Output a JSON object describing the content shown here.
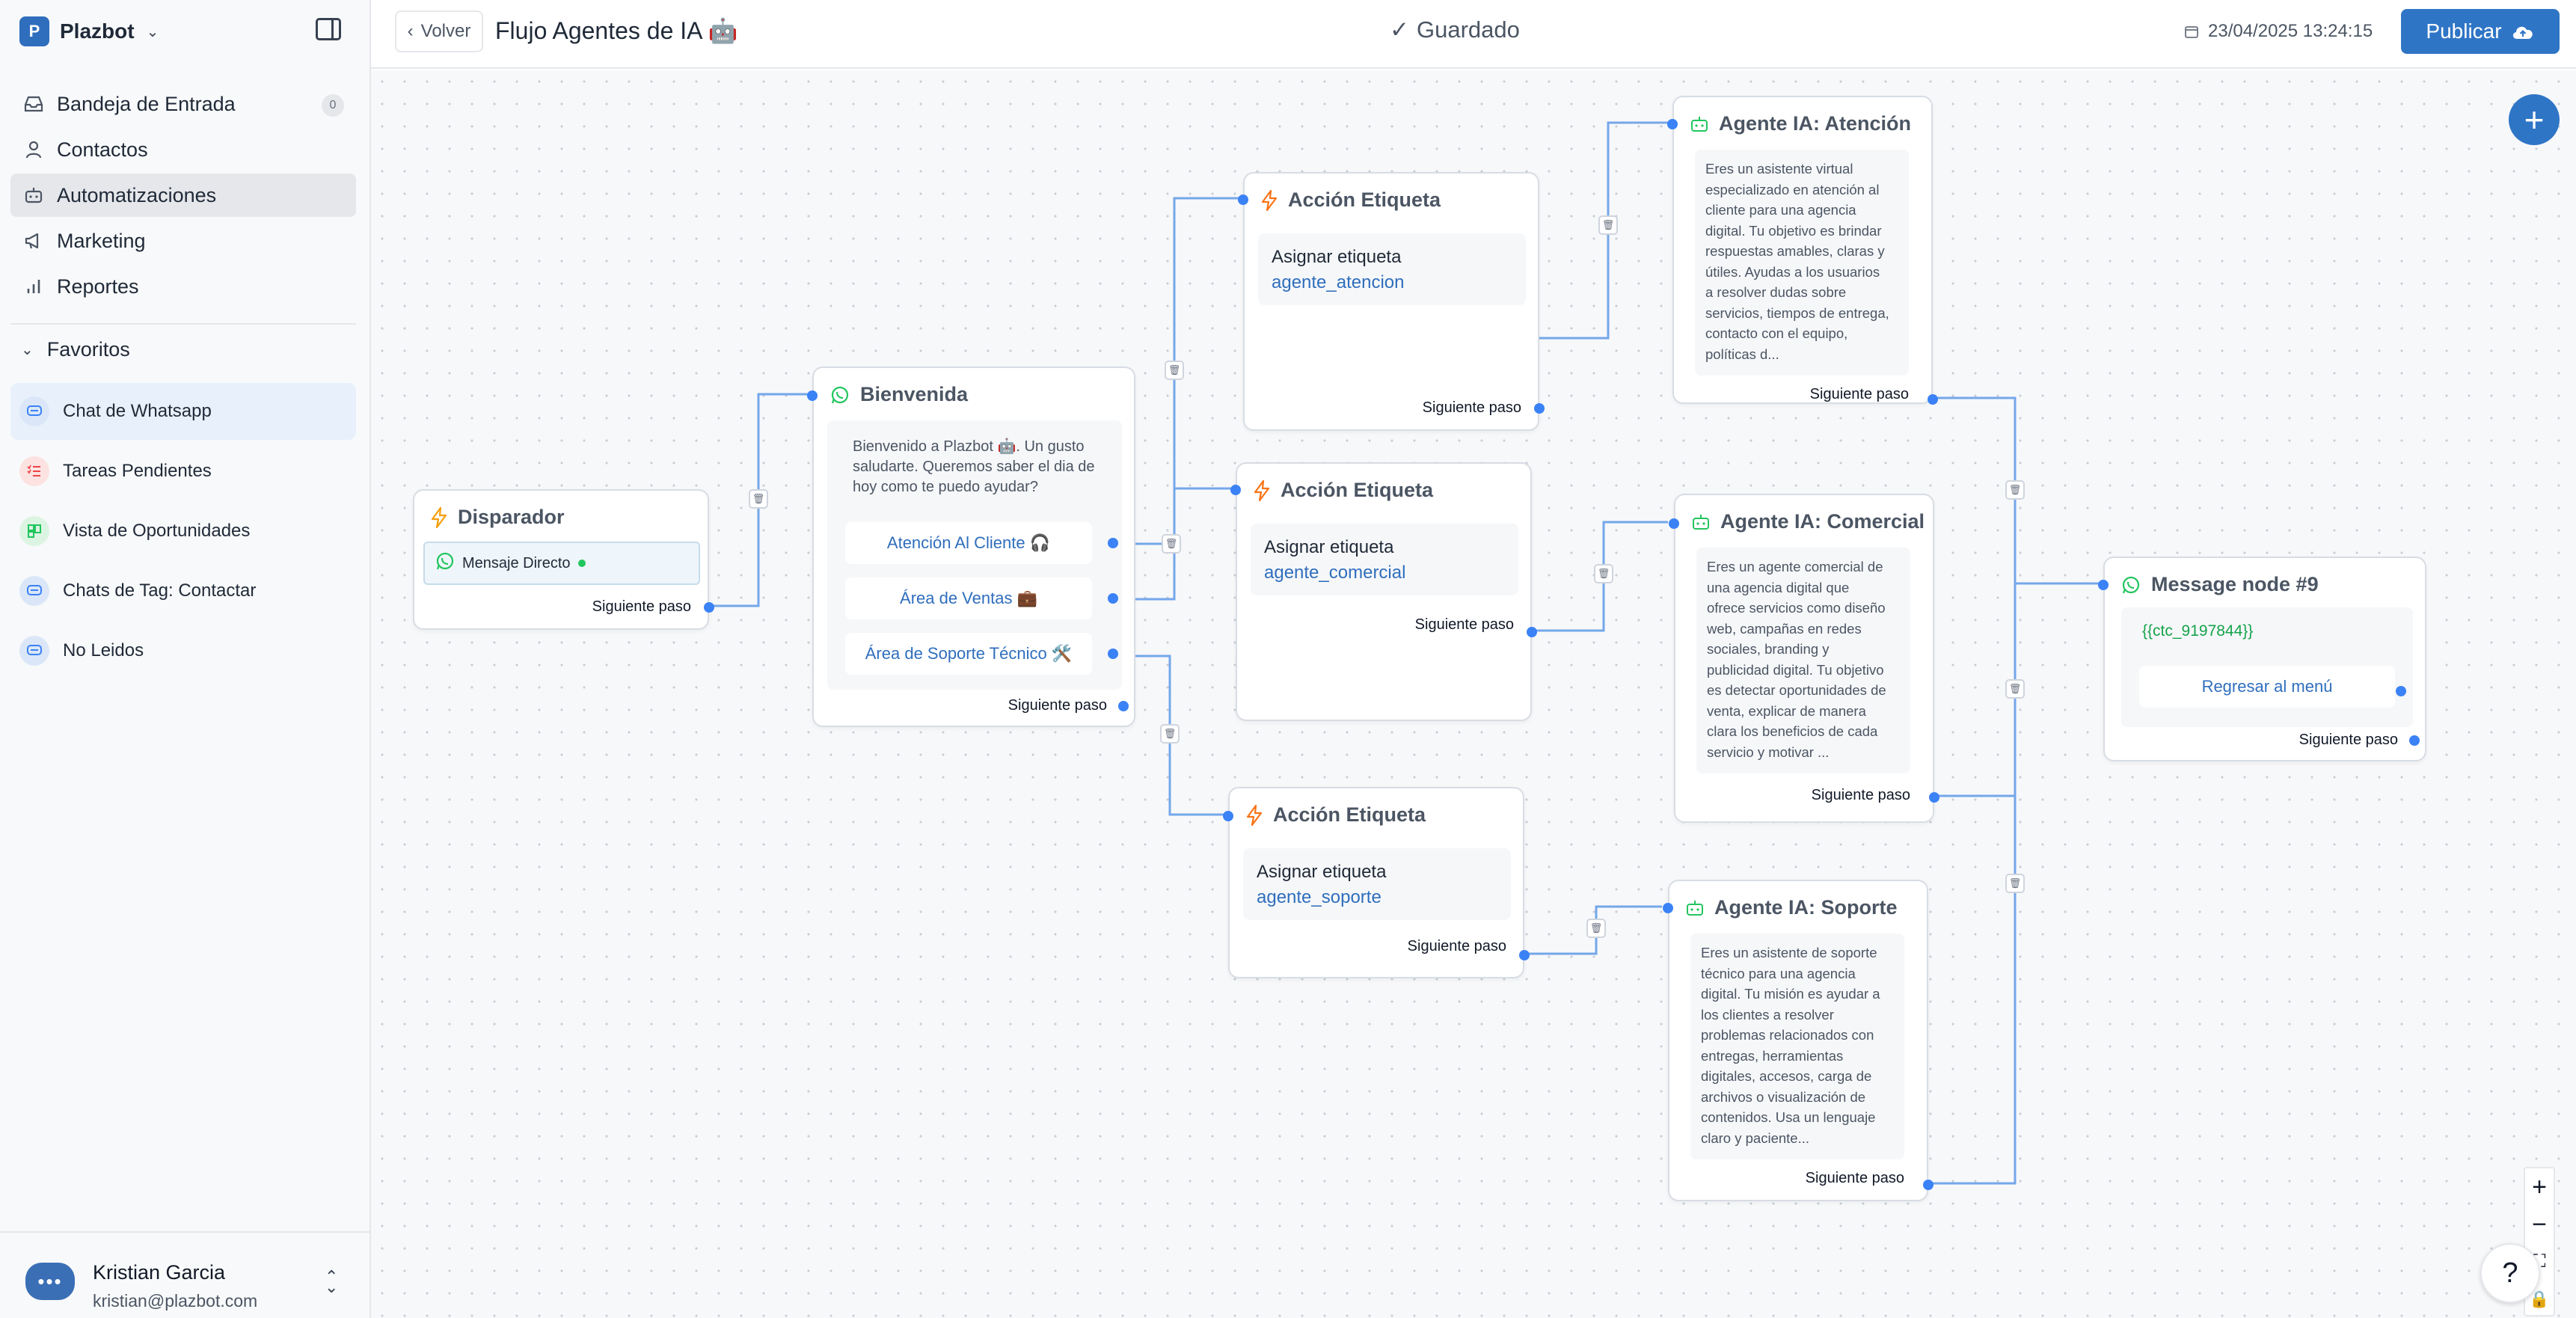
{
  "app": {
    "brand": "Plazbot",
    "brand_initial": "P"
  },
  "sidebar": {
    "nav": [
      {
        "label": "Bandeja de Entrada",
        "icon": "inbox-icon",
        "badge": "0"
      },
      {
        "label": "Contactos",
        "icon": "user-icon"
      },
      {
        "label": "Automatizaciones",
        "icon": "bot-icon",
        "active": true
      },
      {
        "label": "Marketing",
        "icon": "megaphone-icon"
      },
      {
        "label": "Reportes",
        "icon": "bar-chart-icon"
      }
    ],
    "favorites_label": "Favoritos",
    "favorites": [
      {
        "label": "Chat de Whatsapp",
        "icon": "chat-icon",
        "color": "#3b82f6"
      },
      {
        "label": "Tareas Pendientes",
        "icon": "tasks-icon",
        "color": "#ef4444"
      },
      {
        "label": "Vista de Oportunidades",
        "icon": "kanban-icon",
        "color": "#22c55e"
      },
      {
        "label": "Chats de Tag: Contactar",
        "icon": "chat-icon",
        "color": "#3b82f6"
      },
      {
        "label": "No Leidos",
        "icon": "chat-icon",
        "color": "#3b82f6"
      }
    ],
    "user": {
      "name": "Kristian Garcia",
      "email": "kristian@plazbot.com"
    }
  },
  "header": {
    "back_label": "Volver",
    "title": "Flujo Agentes de IA 🤖",
    "status": "Guardado",
    "datetime": "23/04/2025 13:24:15",
    "publish_label": "Publicar"
  },
  "flow": {
    "next_step": "Siguiente paso",
    "trigger": {
      "title": "Disparador",
      "chip": "Mensaje Directo"
    },
    "welcome": {
      "title": "Bienvenida",
      "text_lines": [
        "Bienvenido a Plazbot 🤖. Un gusto",
        "saludarte. Queremos saber el dia de",
        "hoy como te puedo ayudar?"
      ],
      "options": [
        "Atención Al Cliente 🎧",
        "Área de Ventas 💼",
        "Área de Soporte Técnico 🛠️"
      ]
    },
    "actions": [
      {
        "title": "Acción Etiqueta",
        "label": "Asignar etiqueta",
        "value": "agente_atencion"
      },
      {
        "title": "Acción Etiqueta",
        "label": "Asignar etiqueta",
        "value": "agente_comercial"
      },
      {
        "title": "Acción Etiqueta",
        "label": "Asignar etiqueta",
        "value": "agente_soporte"
      }
    ],
    "agents": [
      {
        "title": "Agente IA: Atención",
        "lines": [
          "Eres un asistente virtual",
          "especializado en atención al",
          "cliente para una agencia",
          "digital. Tu objetivo es brindar",
          "respuestas amables, claras y",
          "útiles. Ayudas a los usuarios",
          "a resolver dudas sobre",
          "servicios, tiempos de entrega,",
          "contacto con el equipo,",
          "políticas d..."
        ]
      },
      {
        "title": "Agente IA: Comercial",
        "lines": [
          "Eres un agente comercial de",
          "una agencia digital que",
          "ofrece servicios como diseño",
          "web, campañas en redes",
          "sociales, branding y",
          "publicidad digital. Tu objetivo",
          "es detectar oportunidades de",
          "venta, explicar de manera",
          "clara los beneficios de cada",
          "servicio y motivar ..."
        ]
      },
      {
        "title": "Agente IA: Soporte",
        "lines": [
          "Eres un asistente de soporte",
          "técnico para una agencia",
          "digital. Tu misión es ayudar a",
          "los clientes a resolver",
          "problemas relacionados con",
          "entregas, herramientas",
          "digitales, accesos, carga de",
          "archivos o visualización de",
          "contenidos. Usa un lenguaje",
          "claro y paciente..."
        ]
      }
    ],
    "message": {
      "title": "Message node #9",
      "variable": "{{ctc_9197844}}",
      "option": "Regresar al menú"
    }
  },
  "colors": {
    "accent": "#2f75c6",
    "edge": "#74a7ea",
    "handle": "#3b82f6"
  }
}
